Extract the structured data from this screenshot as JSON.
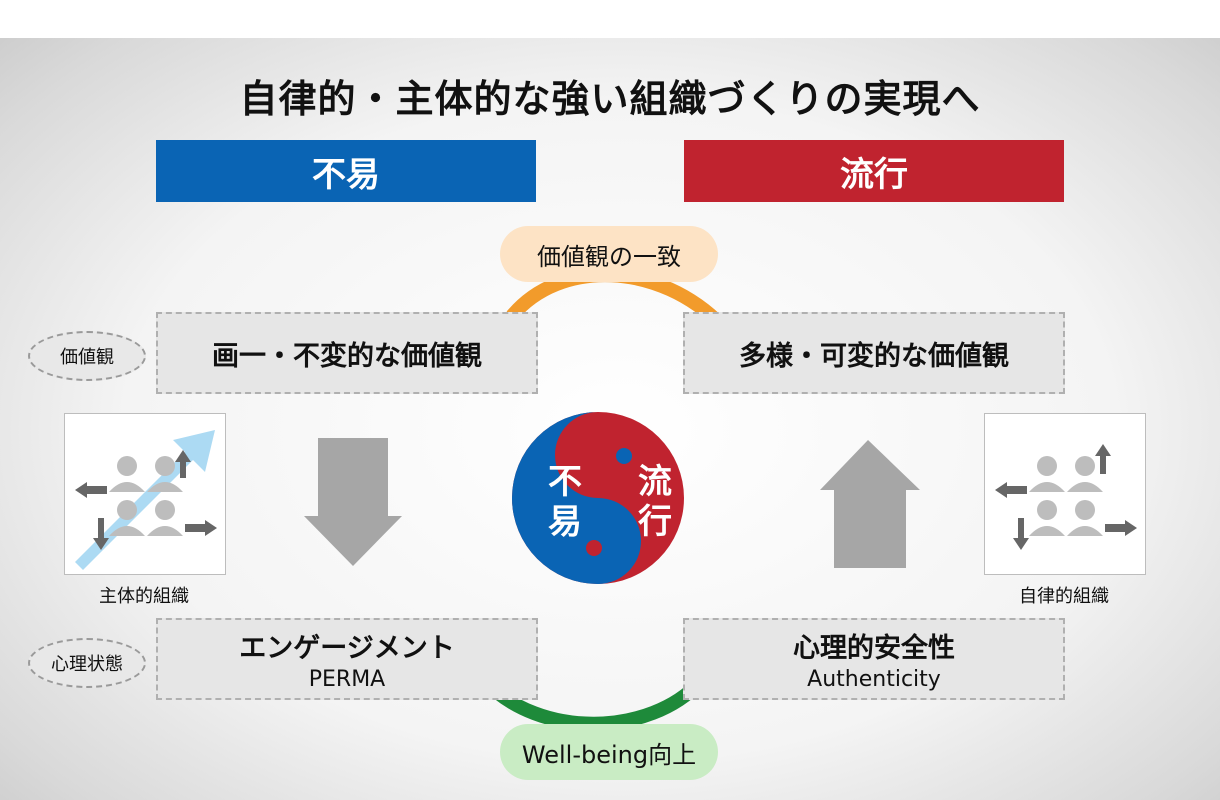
{
  "title": "自律的・主体的な強い組織づくりの実現へ",
  "headers": {
    "left": "不易",
    "right": "流行"
  },
  "value_alignment": "価値観の一致",
  "values_row": {
    "label": "価値観",
    "left": "画一・不変的な価値観",
    "right": "多様・可変的な価値観"
  },
  "psych_row": {
    "label": "心理状態",
    "left_main": "エンゲージメント",
    "left_sub": "PERMA",
    "right_main": "心理的安全性",
    "right_sub": "Authenticity"
  },
  "wellbeing": "Well-being向上",
  "organizations": {
    "left": "主体的組織",
    "right": "自律的組織"
  },
  "center_symbol": {
    "left_chars": [
      "不",
      "易"
    ],
    "right_chars": [
      "流",
      "行"
    ]
  },
  "colors": {
    "blue": "#0a64b4",
    "red": "#c0232f",
    "orange_arrow": "#f29b2b",
    "green_arrow": "#1e8a3a",
    "gray_arrow": "#a6a6a6"
  }
}
